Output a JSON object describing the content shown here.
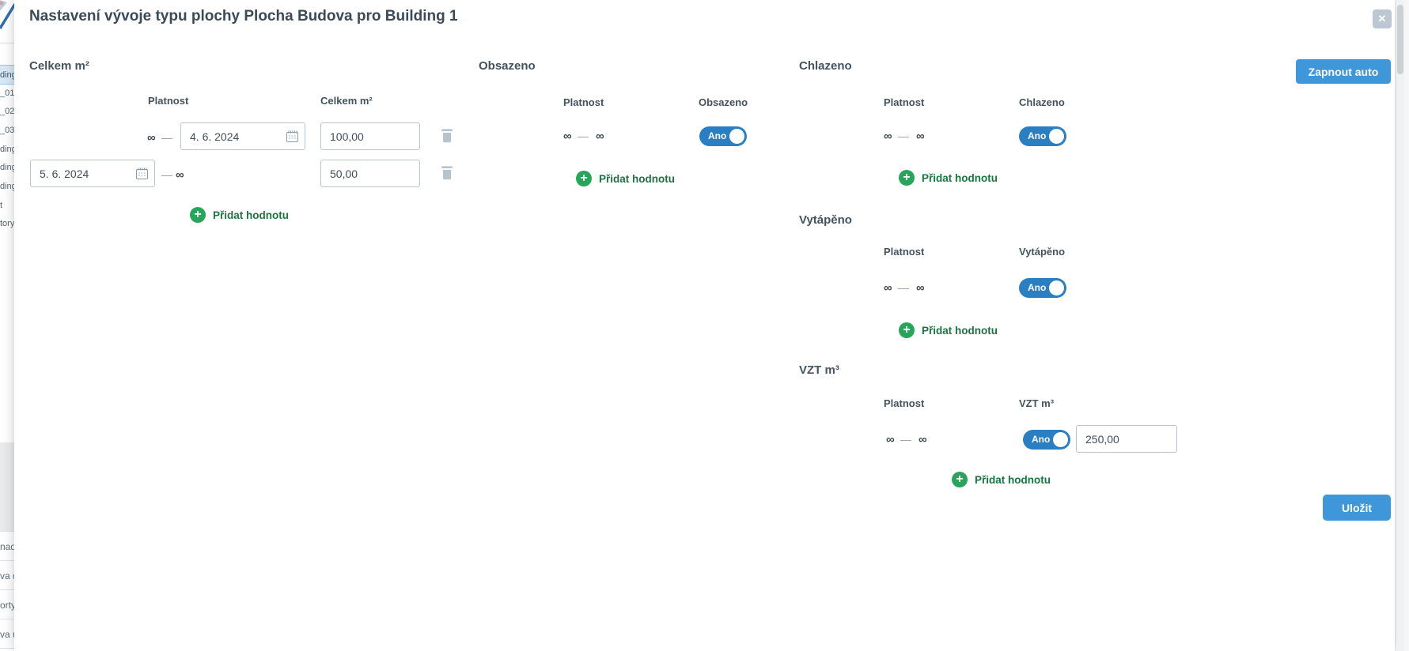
{
  "title": "Nastavení vývoje typu plochy Plocha Budova pro Building 1",
  "icons": {
    "close": "✕",
    "plus": "+"
  },
  "buttons": {
    "auto": "Zapnout auto",
    "save": "Uložit"
  },
  "labels": {
    "validity": "Platnost",
    "add_value": "Přidat hodnotu",
    "dash": "—"
  },
  "sections": {
    "total": {
      "title": "Celkem m²",
      "value_header": "Celkem m²",
      "rows": [
        {
          "start": "∞",
          "end_date": "4. 6. 2024",
          "value": "100,00"
        },
        {
          "start_date": "5. 6. 2024",
          "end": "∞",
          "value": "50,00"
        }
      ]
    },
    "occupied": {
      "title": "Obsazeno",
      "value_header": "Obsazeno",
      "row": {
        "start": "∞",
        "end": "∞",
        "state": "Ano"
      }
    },
    "cooled": {
      "title": "Chlazeno",
      "value_header": "Chlazeno",
      "row": {
        "start": "∞",
        "end": "∞",
        "state": "Ano"
      }
    },
    "heated": {
      "title": "Vytápěno",
      "value_header": "Vytápěno",
      "row": {
        "start": "∞",
        "end": "∞",
        "state": "Ano"
      }
    },
    "vzt": {
      "title": "VZT m³",
      "value_header": "VZT m³",
      "row": {
        "start": "∞",
        "end": "∞",
        "state": "Ano",
        "value": "250,00"
      }
    }
  },
  "background_page": {
    "list_items": [
      "ding",
      "_01",
      "_02",
      "_03",
      "ding",
      "ding",
      "ding",
      "t",
      "tory"
    ],
    "bottom_items": [
      "nad",
      "va o",
      "orty",
      "va u"
    ]
  },
  "colors": {
    "accent_blue": "#3e97d9",
    "toggle_blue": "#2a7fc2",
    "green_icon": "#28a55a",
    "green_text": "#17753f",
    "highlight_row": "#d9e8f7"
  }
}
